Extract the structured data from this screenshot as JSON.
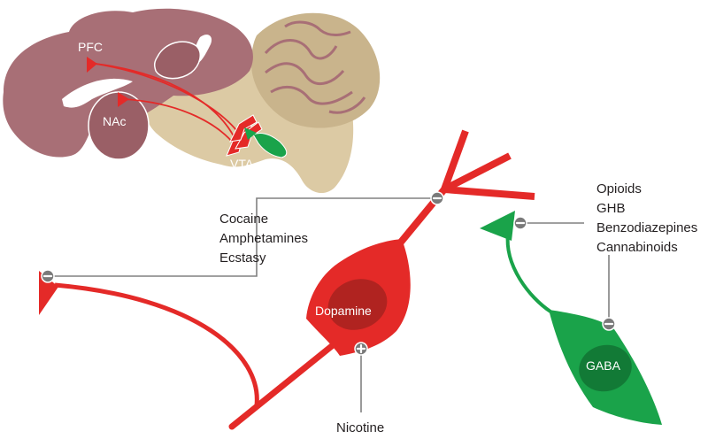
{
  "brain": {
    "regions": {
      "pfc": "PFC",
      "nac": "NAc",
      "vta": "VTA"
    }
  },
  "cells": {
    "dopamine": "Dopamine",
    "gaba": "GABA"
  },
  "drug_groups": {
    "stimulants": [
      "Cocaine",
      "Amphetamines",
      "Ecstasy"
    ],
    "depressants": [
      "Opioids",
      "GHB",
      "Benzodiazepines",
      "Cannabinoids"
    ],
    "nicotine": "Nicotine"
  },
  "colors": {
    "dopamine_red": "#e42a28",
    "dopamine_dark": "#b02320",
    "gaba_green": "#1aa34a",
    "gaba_dark": "#127a36",
    "brain_mauve": "#a86f76",
    "brain_tan": "#dccaa4",
    "callout_grey": "#808080"
  }
}
